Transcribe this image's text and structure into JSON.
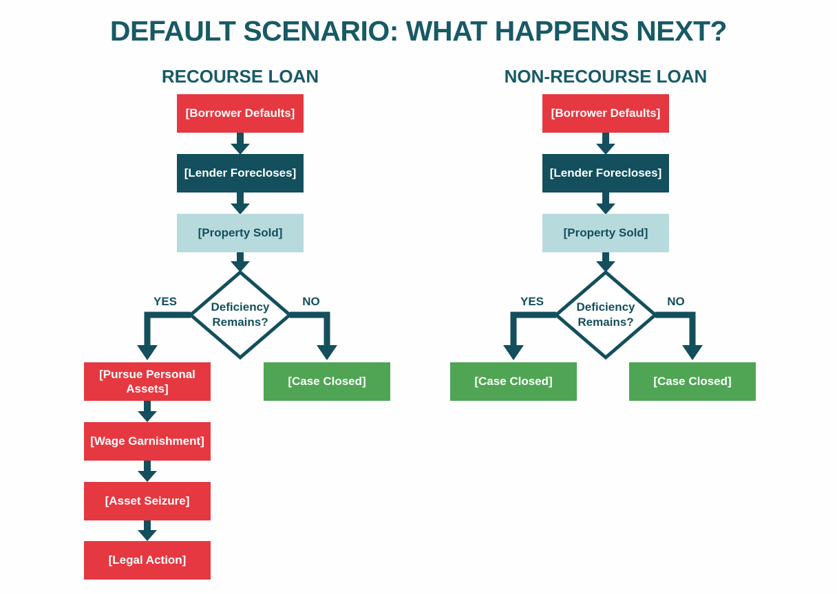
{
  "title": "DEFAULT SCENARIO: WHAT HAPPENS NEXT?",
  "columns": [
    {
      "header": "RECOURSE LOAN",
      "nodes": {
        "borrower_defaults": "[Borrower Defaults]",
        "lender_forecloses": "[Lender Forecloses]",
        "property_sold": "[Property Sold]",
        "decision": "Deficiency Remains?",
        "yes_label": "YES",
        "no_label": "NO",
        "yes_outcome": "[Pursue Personal Assets]",
        "no_outcome": "[Case Closed]",
        "yes_followups": [
          "[Wage Garnishment]",
          "[Asset Seizure]",
          "[Legal Action]"
        ]
      }
    },
    {
      "header": "NON-RECOURSE LOAN",
      "nodes": {
        "borrower_defaults": "[Borrower Defaults]",
        "lender_forecloses": "[Lender Forecloses]",
        "property_sold": "[Property Sold]",
        "decision": "Deficiency Remains?",
        "yes_label": "YES",
        "no_label": "NO",
        "yes_outcome": "[Case Closed]",
        "no_outcome": "[Case Closed]",
        "yes_followups": []
      }
    }
  ],
  "colors": {
    "title_text": "#175a66",
    "line": "#134f5c",
    "node_red": "#e63840",
    "node_teal_dark": "#134f5c",
    "node_teal_light": "#b7dadd",
    "node_green": "#4fa553",
    "node_text_light": "#ffffff"
  }
}
